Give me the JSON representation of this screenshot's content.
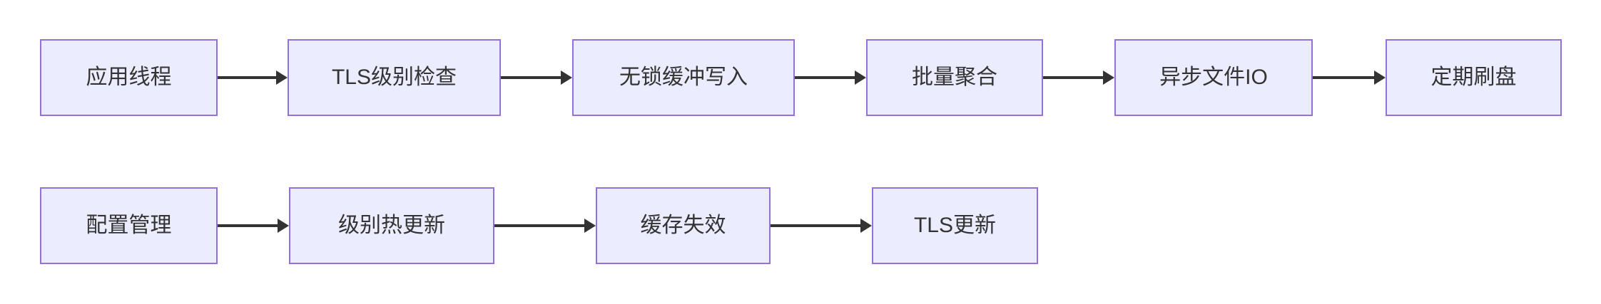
{
  "diagram": {
    "type": "flowchart",
    "direction": "left-to-right",
    "colors": {
      "background": "#FFFFFF",
      "node_fill": "#ECECFF",
      "node_border": "#9370DB",
      "arrow": "#333333",
      "text": "#333333"
    },
    "flows": [
      {
        "name": "log-write-path",
        "nodes": [
          {
            "id": "app-thread",
            "label": "应用线程"
          },
          {
            "id": "tls-level-check",
            "label": "TLS级别检查"
          },
          {
            "id": "lockfree-buffer-write",
            "label": "无锁缓冲写入"
          },
          {
            "id": "batch-aggregate",
            "label": "批量聚合"
          },
          {
            "id": "async-file-io",
            "label": "异步文件IO"
          },
          {
            "id": "periodic-flush",
            "label": "定期刷盘"
          }
        ],
        "edges": [
          {
            "from": "应用线程",
            "to": "TLS级别检查"
          },
          {
            "from": "TLS级别检查",
            "to": "无锁缓冲写入"
          },
          {
            "from": "无锁缓冲写入",
            "to": "批量聚合"
          },
          {
            "from": "批量聚合",
            "to": "异步文件IO"
          },
          {
            "from": "异步文件IO",
            "to": "定期刷盘"
          }
        ]
      },
      {
        "name": "config-update-path",
        "nodes": [
          {
            "id": "config-management",
            "label": "配置管理"
          },
          {
            "id": "level-hot-update",
            "label": "级别热更新"
          },
          {
            "id": "cache-invalidate",
            "label": "缓存失效"
          },
          {
            "id": "tls-update",
            "label": "TLS更新"
          }
        ],
        "edges": [
          {
            "from": "配置管理",
            "to": "级别热更新"
          },
          {
            "from": "级别热更新",
            "to": "缓存失效"
          },
          {
            "from": "缓存失效",
            "to": "TLS更新"
          }
        ]
      }
    ]
  }
}
